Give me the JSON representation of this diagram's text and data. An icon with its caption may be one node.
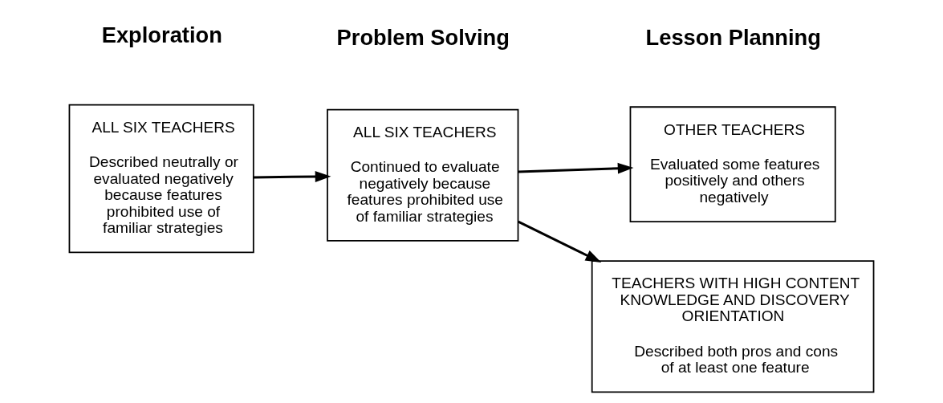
{
  "diagram": {
    "nodes": [
      {
        "text": [
          "ALL SIX TEACHERS",
          "Described neutrally or evaluated negatively because features prohibited use of familiar strategies"
        ]
      },
      {
        "text": [
          "ALL SIX TEACHERS",
          "Continued to evaluate negatively because features prohibited use of familiar strategies"
        ]
      },
      {
        "text": [
          "TEACHERS WITH HIGH CONTENT KNOWLEDGE AND DISCOVERY ORIENTATION",
          "Described both pros and cons of at least one feature"
        ]
      },
      {
        "text": [
          "OTHER TEACHERS",
          "Evaluated some features positively and others negatively"
        ]
      }
    ],
    "edges": [
      {
        "from": 0,
        "to": 1,
        "arrow": "to"
      },
      {
        "from": 1,
        "to": 2,
        "arrow": "to"
      },
      {
        "from": 1,
        "to": 3,
        "arrow": "to"
      }
    ],
    "labels": [
      "Exploration",
      "Problem Solving",
      "Lesson Planning"
    ]
  }
}
